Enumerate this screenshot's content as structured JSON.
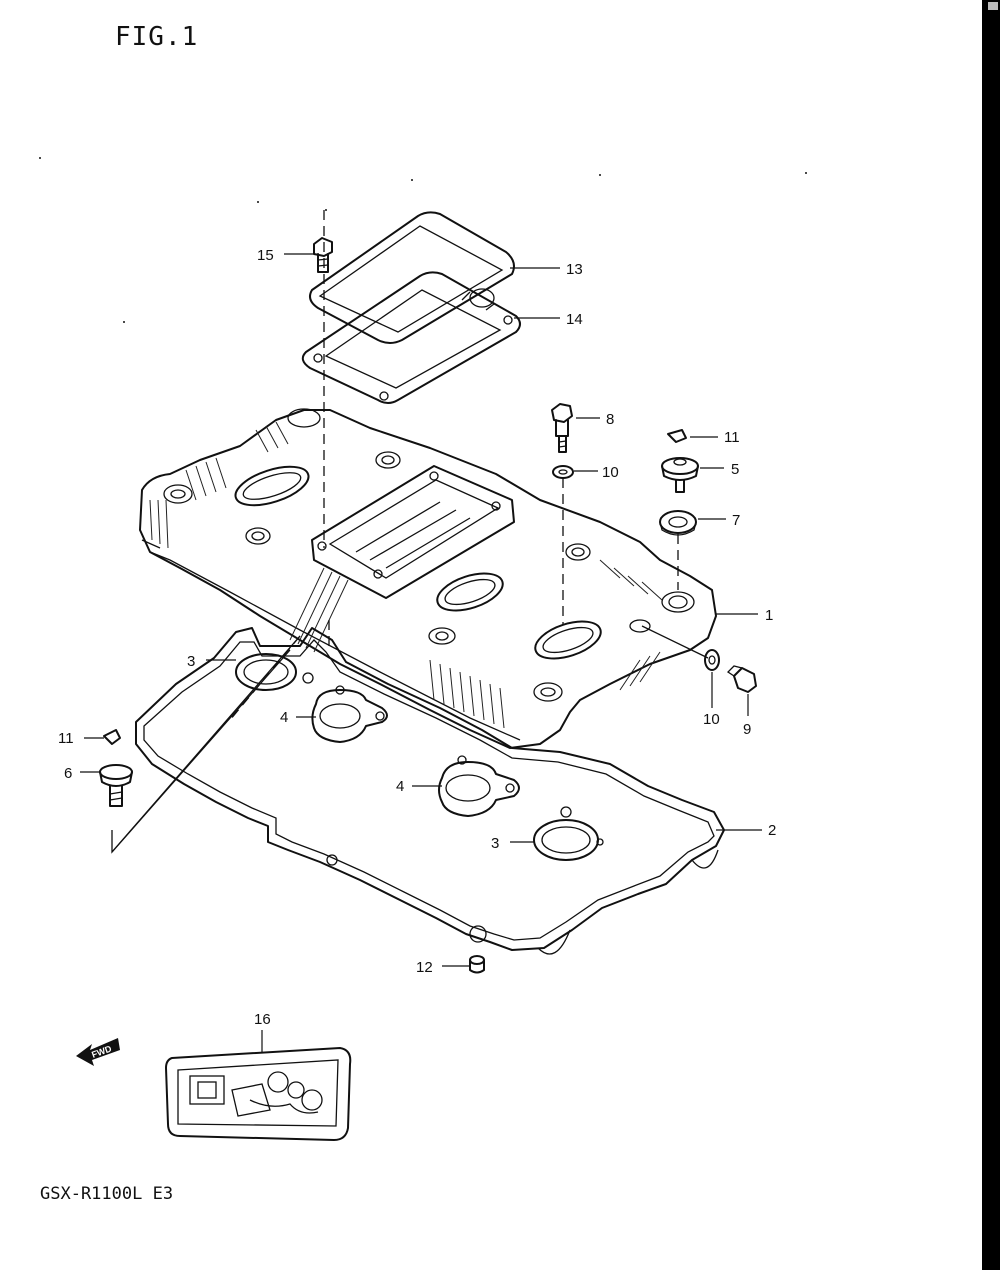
{
  "figure_title": "FIG.1",
  "model_label": "GSX-R1100L E3",
  "fwd_label": "FWD",
  "callouts": {
    "c1": "1",
    "c2": "2",
    "c3a": "3",
    "c3b": "3",
    "c4a": "4",
    "c4b": "4",
    "c5": "5",
    "c6": "6",
    "c7": "7",
    "c8": "8",
    "c9": "9",
    "c10a": "10",
    "c10b": "10",
    "c11a": "11",
    "c11b": "11",
    "c12": "12",
    "c13": "13",
    "c14": "14",
    "c15": "15",
    "c16": "16"
  }
}
